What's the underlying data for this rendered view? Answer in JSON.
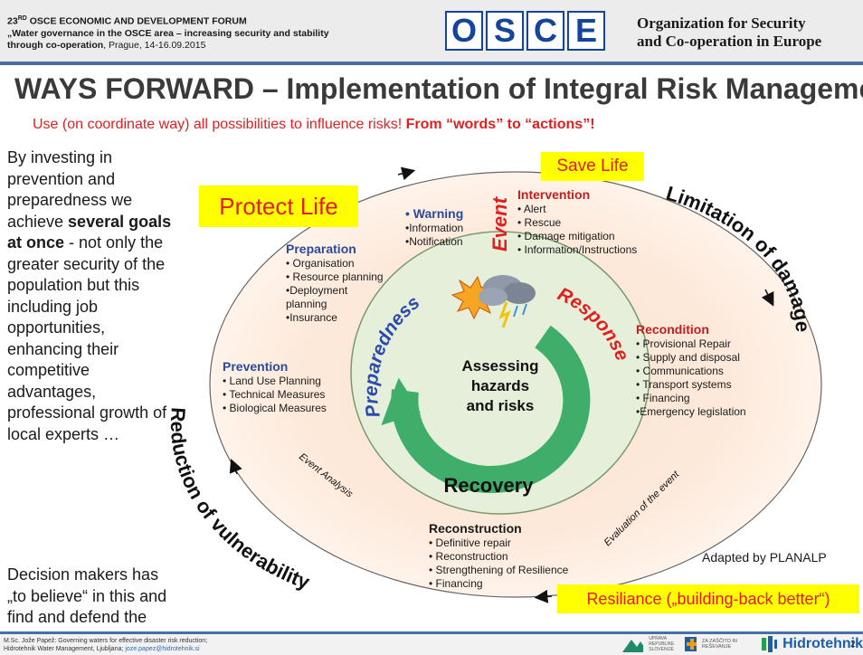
{
  "header": {
    "forum_ordinal": "23",
    "forum_sup": "RD",
    "forum_name": "OSCE ECONOMIC AND DEVELOPMENT FORUM",
    "forum_theme": "„Water governance in the OSCE area – increasing security and stability through co-operation",
    "forum_place": ", Prague, 14-16.09.2015",
    "logo_letters": [
      "O",
      "S",
      "C",
      "E"
    ],
    "org_line1": "Organization for Security",
    "org_line2": "and Co-operation in Europe"
  },
  "title": "WAYS FORWARD – Implementation of Integral Risk Management",
  "subtitle": {
    "normal": "Use (on coordinate way) all possibilities to influence risks! ",
    "bold": "From “words” to “actions”!"
  },
  "left_text": {
    "intro": "By investing in prevention and preparedness we achieve ",
    "bold": "several goals at once",
    "rest": " - not only the greater security of the population but this including job opportunities, enhancing their competitive advantages, professional growth of local experts …",
    "decision": "Decision makers has „to believe“ in this and find and defend the founds."
  },
  "diagram": {
    "protect_life": "Protect Life",
    "save_life": "Save Life",
    "resilience": "Resiliance („building-back better“)",
    "limitation": "Limitation of damages",
    "reduction": "Reduction of vulnerability",
    "event": "Event",
    "preparedness": "Preparedness",
    "response": "Response",
    "recovery": "Recovery",
    "center": [
      "Assessing",
      "hazards",
      "and risks"
    ],
    "event_analysis": "Event Analysis",
    "evaluation": "Evaluation of the event",
    "warning": {
      "title": "• Warning",
      "items": [
        "•Information",
        "•Notification"
      ]
    },
    "intervention": {
      "title": "Intervention",
      "items": [
        "• Alert",
        "• Rescue",
        "• Damage mitigation",
        "• Information/Instructions"
      ]
    },
    "preparation": {
      "title": "Preparation",
      "items": [
        "• Organisation",
        "• Resource planning",
        "•Deployment",
        "planning",
        "•Insurance"
      ]
    },
    "recondition": {
      "title": "Recondition",
      "items": [
        "• Provisional Repair",
        "• Supply and disposal",
        "• Communications",
        "• Transport systems",
        "• Financing",
        "•Emergency legislation"
      ]
    },
    "prevention": {
      "title": "Prevention",
      "items": [
        "• Land Use Planning",
        "• Technical Measures",
        "• Biological Measures"
      ]
    },
    "reconstruction": {
      "title": "Reconstruction",
      "items": [
        "• Definitive repair",
        "• Reconstruction",
        "• Strengthening of Resilience",
        "• Financing"
      ]
    },
    "adapted": "Adapted by PLANALP"
  },
  "footer": {
    "line1": "M.Sc. Jože Papež: Governing waters for effective disaster risk reduction;",
    "line2_prefix": "Hidrotehnik Water Management, Ljubljana; ",
    "email": "joze.papez@hidrotehnik.si",
    "ministry": "UPRAVA REPUBLIKE SLOVENIJE",
    "protection": "ZA ZAŠČITO IN REŠEVANJE",
    "hidrotehnik": "Hidrotehnik",
    "page": "2"
  },
  "colors": {
    "accent_blue": "#4a6fa5",
    "osce_blue": "#14449b",
    "highlight_yellow": "#ffff00",
    "alert_red": "#e02020",
    "inner_green": "#e6efd9",
    "arrow_green": "#3fae6a"
  }
}
